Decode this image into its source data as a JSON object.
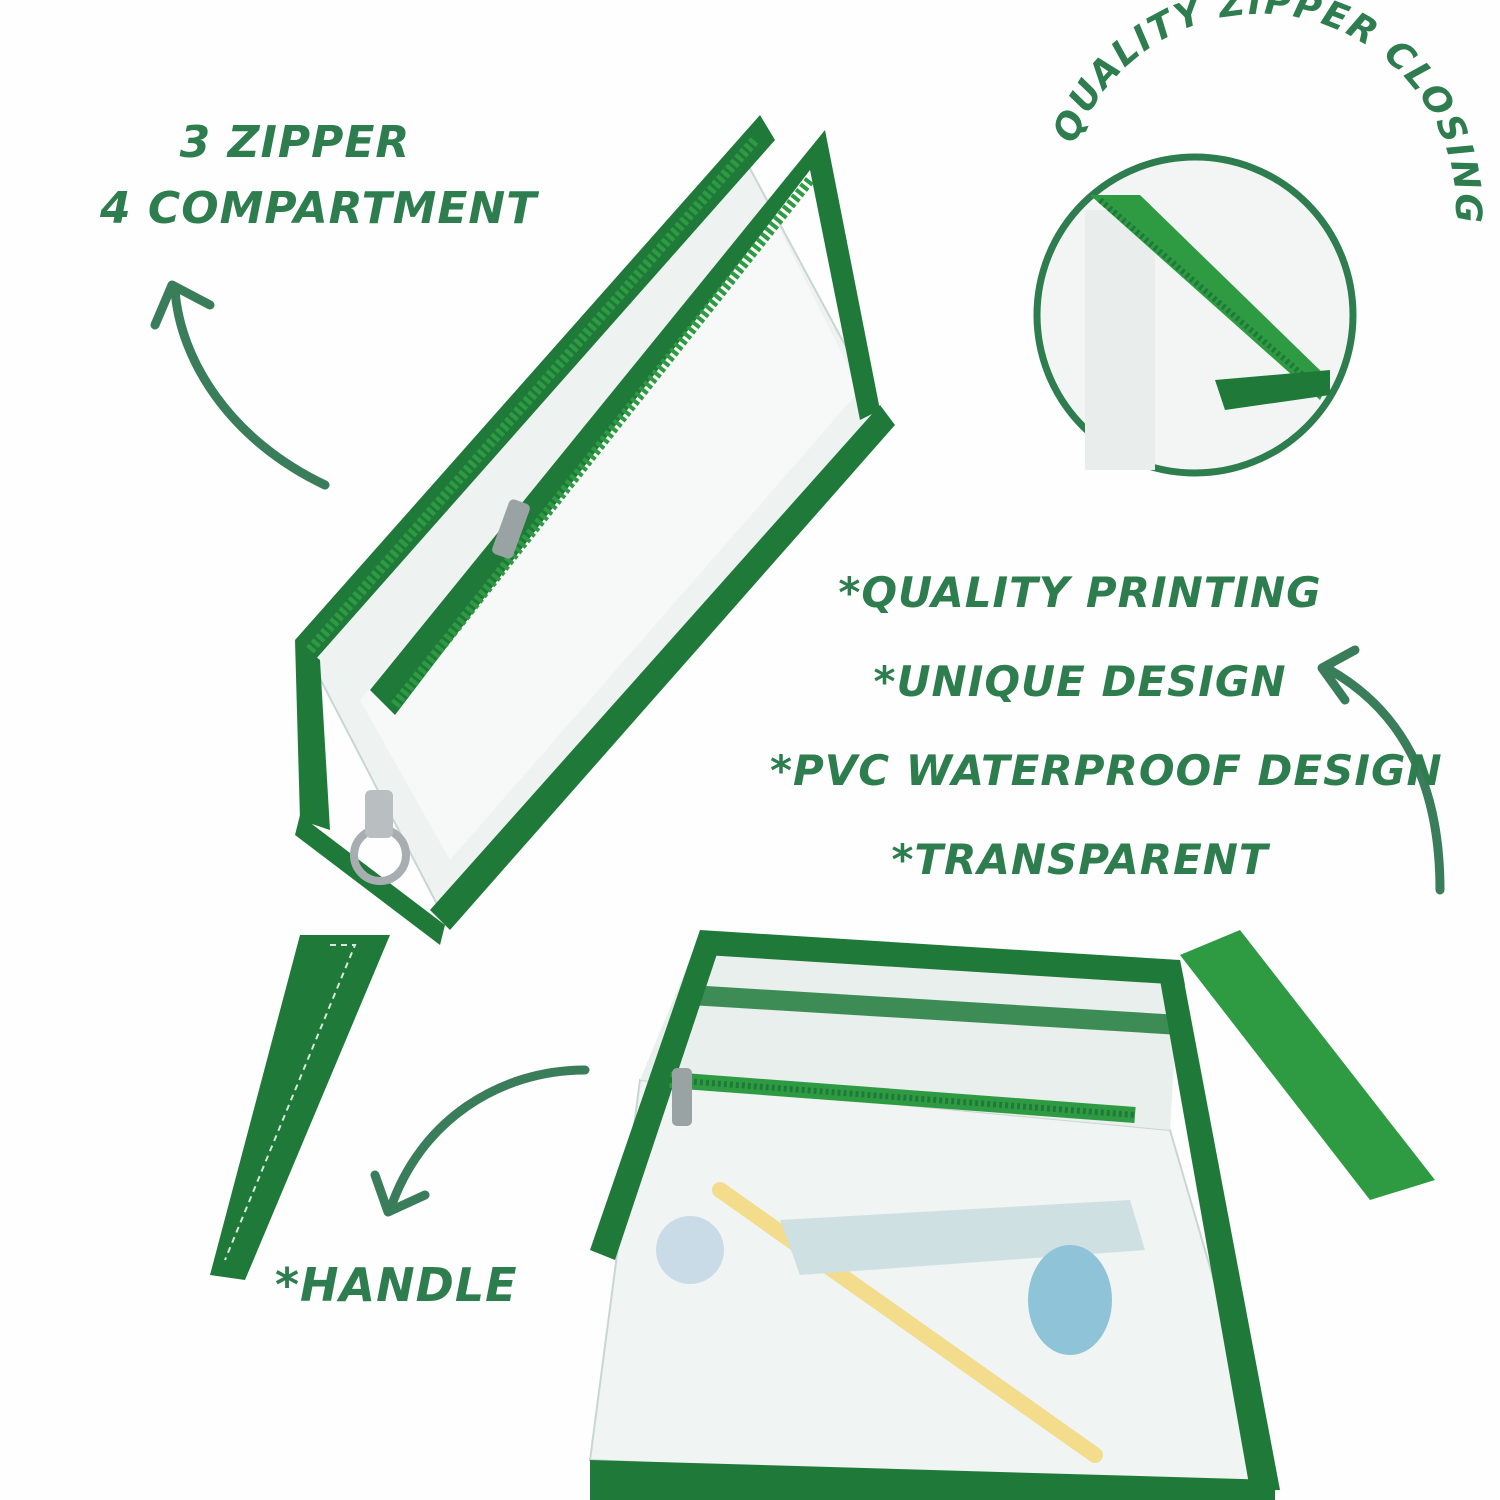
{
  "labels": {
    "compartment": {
      "line1": "3 ZIPPER",
      "line2": "4 COMPARTMENT"
    },
    "zipper_closing": "QUALITY ZIPPER CLOSING",
    "features": [
      "*QUALITY PRINTING",
      "*UNIQUE DESIGN",
      "*PVC WATERPROOF DESIGN",
      "*TRANSPARENT"
    ],
    "handle": "*HANDLE"
  },
  "colors": {
    "brand_green": "#2e7d4f",
    "bag_green": "#1f7a3a",
    "zipper_green": "#2e9b43",
    "background": "#ffffff"
  },
  "icons": [
    "curved-arrow-icon",
    "zoom-circle-icon"
  ]
}
